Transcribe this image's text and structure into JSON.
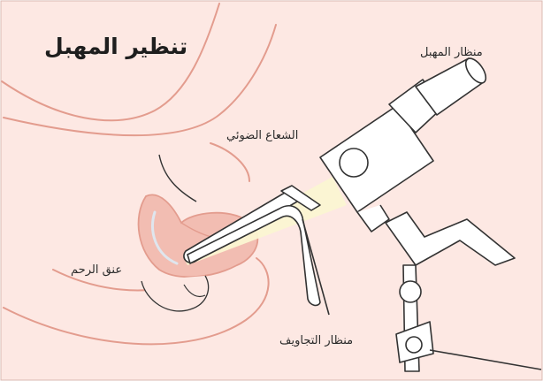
{
  "title": "تنظير المهبل",
  "labels": {
    "colposcope": "منظار المهبل",
    "light_beam": "الشعاع الضوئي",
    "cervix": "عنق الرحم",
    "speculum": "منظار التجاويف"
  },
  "colors": {
    "background": "#fde8e3",
    "body_outline": "#e39c8e",
    "organ_fill": "#f2bdb2",
    "device_fill": "#ffffff",
    "device_outline": "#333333",
    "light_beam": "#fbf6d2"
  }
}
